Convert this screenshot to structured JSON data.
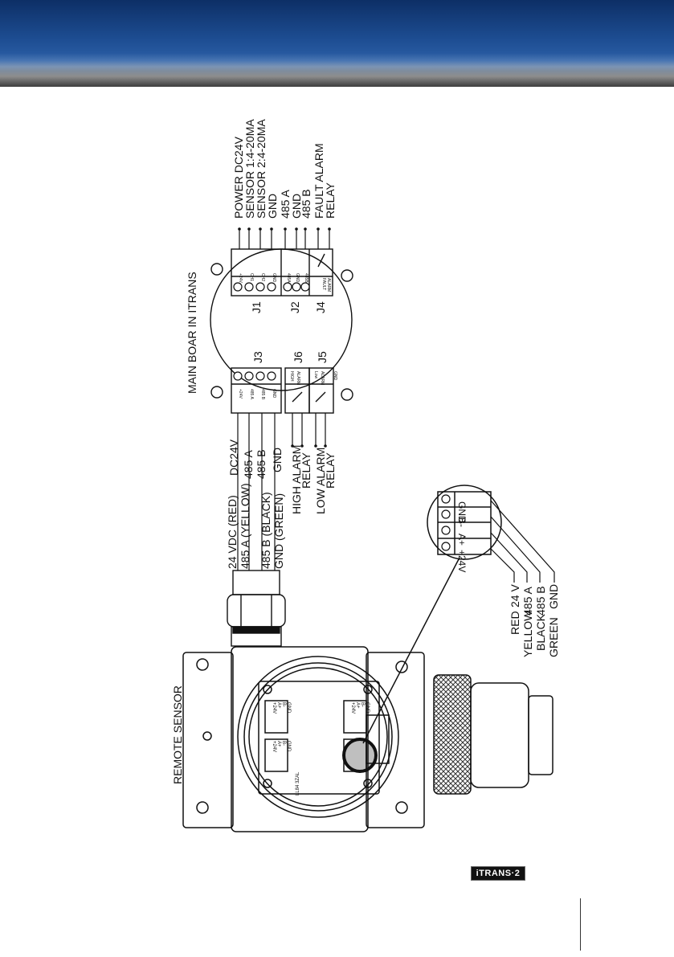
{
  "header": {
    "accent_top": "#0d2f66",
    "accent_mid": "#2b5fa6",
    "accent_bottom": "#5f5f5f"
  },
  "diagram": {
    "main_board_title": "MAIN BOAR IN ITRANS",
    "remote_sensor_title": "REMOTE SENSOR",
    "j1_terminals": [
      "POWER DC24V",
      "SENSOR 1:4-20MA",
      "SENSOR 2:4-20MA",
      "GND"
    ],
    "j2_terminals": [
      "485 A",
      "GND",
      "485 B"
    ],
    "j4_terminals": [
      "FAULT ALARM",
      "RELAY"
    ],
    "connectors": {
      "j1": "J1",
      "j2": "J2",
      "j3": "J3",
      "j4": "J4",
      "j5": "J5",
      "j6": "J6"
    },
    "j3_wire_labels": [
      "DC24V",
      "485 A",
      "485 B",
      "GND"
    ],
    "cable_labels": [
      "24 VDC (RED)",
      "485 A (YELLOW)",
      "485 B (BLACK)",
      "GND (GREEN)"
    ],
    "high_alarm": [
      "HIGH ALARM",
      "RELAY"
    ],
    "low_alarm": [
      "LOW ALARM",
      "RELAY"
    ],
    "zoom_terminals": [
      "+24V",
      "A+",
      "B-",
      "GND"
    ],
    "wire_colors": [
      "RED",
      "YELLOW",
      "BLACK",
      "GREEN"
    ],
    "wire_signals": [
      "24 V",
      "485 A",
      "485 B",
      "GND"
    ],
    "j1_pin_marks": [
      "+24V",
      "CH1",
      "CH2",
      "GND"
    ],
    "j2_pin_marks": [
      "485A",
      "GND",
      "485B"
    ],
    "j4_pin_marks": [
      "FAULT",
      "ALARM"
    ],
    "j3_pin_marks": [
      "+24V",
      "485 A",
      "485 B",
      "GND"
    ],
    "j6_pin_marks": [
      "HIGH",
      "ALARM"
    ],
    "j5_pin_marks": [
      "Low",
      "ALARM"
    ],
    "j5_gnd_mark": "GND",
    "sensor_board_terminals": [
      "+24V",
      "A+",
      "B-",
      "GND"
    ],
    "sensor_board_part": "LL84 3ZAL"
  },
  "footer": {
    "logo_text": "iTRANS·2"
  }
}
